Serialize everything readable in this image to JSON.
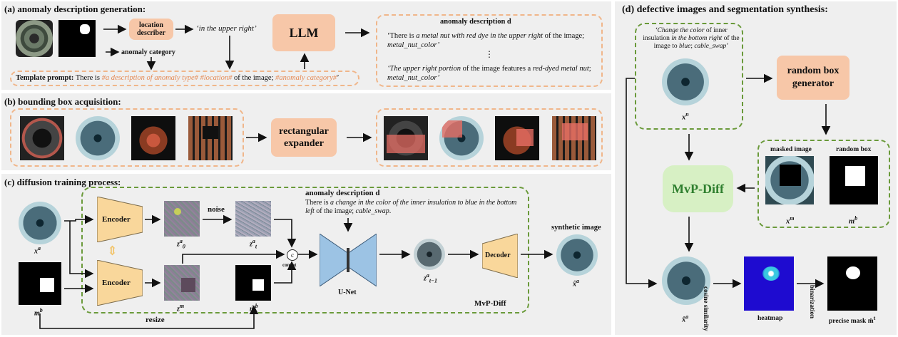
{
  "panel_a": {
    "title": "(a) anomaly description generation:",
    "location_describer": "location describer",
    "location_output": "‘in the upper right’",
    "llm": "LLM",
    "anomaly_category": "anomaly category",
    "template_label": "Template prompt:",
    "template_text_1": "There is ",
    "template_text_2": "#a description of anomaly type#",
    "template_text_3": " ",
    "template_text_4": "#location#",
    "template_text_5": " of the image; ",
    "template_text_6": "#anomaly category#",
    "template_text_7": "’",
    "desc_title": "anomaly description d",
    "desc_1a": "‘There is ",
    "desc_1b": "a metal nut with red dye in the upper right",
    "desc_1c": " of the image;",
    "desc_1d": "metal_nut_color’",
    "desc_dots": "⋮",
    "desc_2a": "‘The upper right portion",
    "desc_2b": " of the image features a ",
    "desc_2c": "red-dyed metal nut",
    "desc_2d": ";",
    "desc_2e": "metal_nut_color’"
  },
  "panel_b": {
    "title": "(b) bounding box acquisition:",
    "expander": "rectangular expander"
  },
  "panel_c": {
    "title": "(c) diffusion training process:",
    "encoder": "Encoder",
    "encoder2": "Encoder",
    "noise": "noise",
    "desc_title": "anomaly description d",
    "desc_1": "There is ",
    "desc_2": "a change in the color of the inner insulation to blue in the bottom left",
    "desc_3": " of the image; ",
    "desc_4": "cable_swap",
    "desc_5": ".",
    "concat": "concat",
    "concat_symbol": "c",
    "unet": "U-Net",
    "decoder": "Decoder",
    "synthetic": "synthetic image",
    "resize": "resize",
    "mvp": "MvP-Diff",
    "x_a": "x",
    "x_a_sup": "a",
    "m_b": "m",
    "m_b_sup": "b",
    "z0": "z",
    "z0_sub": "0",
    "z0_sup": "a",
    "zt": "z",
    "zt_sub": "t",
    "zt_sup": "a",
    "zm": "z",
    "zm_sup": "m",
    "mhat": "m̂",
    "mhat_sup": "b",
    "zt1": "z",
    "zt1_sub": "t−1",
    "zt1_sup": "a",
    "xhat": "x̂",
    "xhat_sup": "a"
  },
  "panel_d": {
    "title": "(d) defective images and segmentation synthesis:",
    "prompt_1": "‘Change the color",
    "prompt_2": " of inner insulation ",
    "prompt_3": "in the bottom right",
    "prompt_4": " of the image to ",
    "prompt_5": "blue",
    "prompt_6": "; ",
    "prompt_7": "cable_swap",
    "prompt_8": "’",
    "x_n": "x",
    "x_n_sup": "n",
    "random_box_gen": "random box generator",
    "masked_image": "masked image",
    "random_box": "random box",
    "x_m": "x",
    "x_m_sup": "m",
    "m_b": "m",
    "m_b_sup": "b",
    "mvp": "MvP-Diff",
    "xhat": "x̂",
    "xhat_sup": "a",
    "cosine": "cosine similarity",
    "heatmap": "heatmap",
    "binarization": "binarization",
    "precise": "precise mask m̂",
    "precise_sup": "t"
  }
}
